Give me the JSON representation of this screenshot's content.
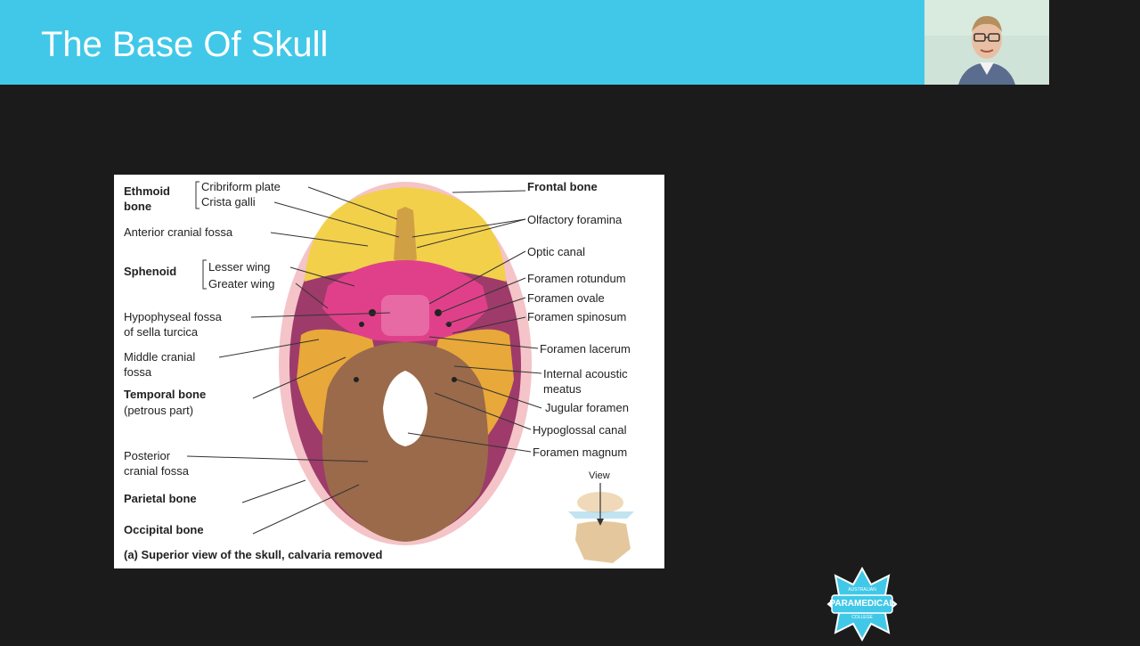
{
  "slide": {
    "title": "The Base Of Skull"
  },
  "figure": {
    "labels_left": {
      "ethmoid_bone": "Ethmoid\nbone",
      "cribriform_plate": "Cribriform plate",
      "crista_galli": "Crista galli",
      "anterior_cranial_fossa": "Anterior cranial fossa",
      "sphenoid": "Sphenoid",
      "lesser_wing": "Lesser wing",
      "greater_wing": "Greater wing",
      "hypophyseal_fossa": "Hypophyseal fossa\nof sella turcica",
      "middle_cranial_fossa": "Middle cranial\nfossa",
      "temporal_bone": "Temporal bone",
      "petrous_part": "(petrous part)",
      "posterior_cranial_fossa": "Posterior\ncranial fossa",
      "parietal_bone": "Parietal bone",
      "occipital_bone": "Occipital bone"
    },
    "labels_right": {
      "frontal_bone": "Frontal bone",
      "olfactory_foramina": "Olfactory foramina",
      "optic_canal": "Optic canal",
      "foramen_rotundum": "Foramen rotundum",
      "foramen_ovale": "Foramen ovale",
      "foramen_spinosum": "Foramen spinosum",
      "foramen_lacerum": "Foramen lacerum",
      "internal_acoustic_meatus": "Internal acoustic\nmeatus",
      "jugular_foramen": "Jugular foramen",
      "hypoglossal_canal": "Hypoglossal canal",
      "foramen_magnum": "Foramen magnum"
    },
    "view_label": "View",
    "caption": "(a) Superior view of the skull, calvaria removed"
  },
  "logo": {
    "top_text": "AUSTRALIAN",
    "main_text": "PARAMEDICAL",
    "bottom_text": "COLLEGE",
    "color": "#41c8e8"
  },
  "colors": {
    "title_bar": "#41c8e8",
    "background": "#1b1b1b",
    "frontal_yellow": "#f3d04a",
    "sphenoid_pink": "#e0408a",
    "temporal_orange": "#e8a83a",
    "occipital_brown": "#9a6a4a"
  }
}
